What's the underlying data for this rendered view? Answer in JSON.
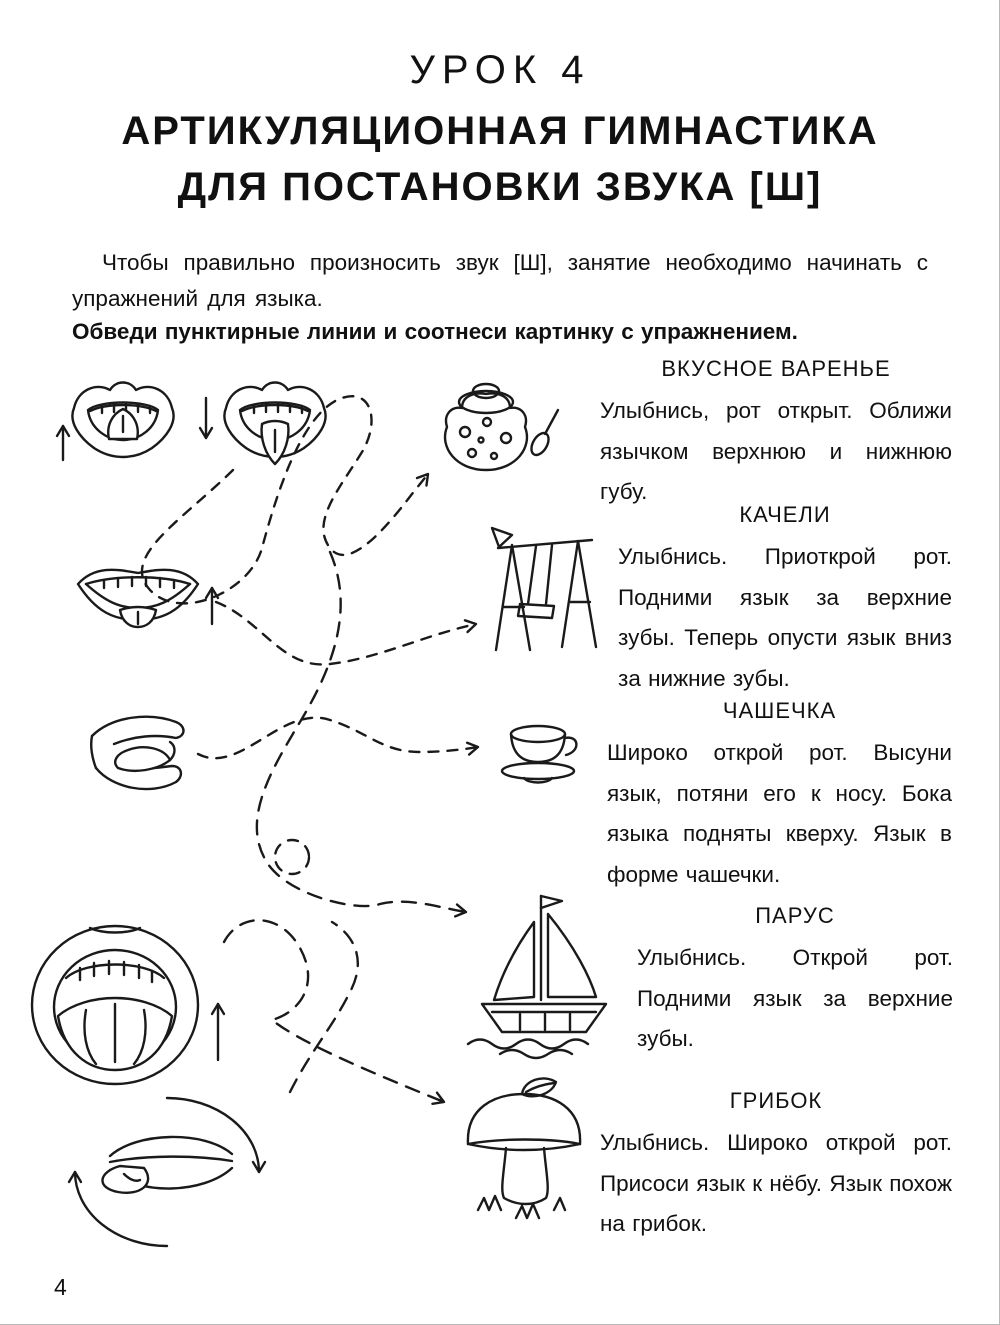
{
  "header": {
    "lesson": "УРОК  4",
    "title_line1": "АРТИКУЛЯЦИОННАЯ  ГИМНАСТИКА",
    "title_line2": "ДЛЯ  ПОСТАНОВКИ  ЗВУКА  [Ш]"
  },
  "intro": {
    "paragraph": "Чтобы правильно произносить звук [Ш], занятие необходимо начинать с упражнений для языка.",
    "instruction": "Обведи пунктирные линии и соотнеси картинку с упражнением."
  },
  "exercises": [
    {
      "title": "ВКУСНОЕ  ВАРЕНЬЕ",
      "text": "Улыбнись, рот открыт. Оближи язычком верхнюю и нижнюю губу.",
      "picture": "jam-jar"
    },
    {
      "title": "КАЧЕЛИ",
      "text": "Улыбнись. Приоткрой рот. Подними язык за верхние зубы. Теперь опусти язык вниз за нижние зубы.",
      "picture": "swing"
    },
    {
      "title": "ЧАШЕЧКА",
      "text": "Широко открой рот. Высуни язык, потяни его к носу. Бока языка подняты кверху. Язык в форме чашечки.",
      "picture": "cup"
    },
    {
      "title": "ПАРУС",
      "text": "Улыбнись. Открой рот. Подними язык за верхние зубы.",
      "picture": "sailboat"
    },
    {
      "title": "ГРИБОК",
      "text": "Улыбнись. Широко открой рот. Присоси язык к нёбу. Язык похож на грибок.",
      "picture": "mushroom"
    }
  ],
  "illustrations": [
    "mouth-tongue-up",
    "mouth-tongue-down",
    "jam-jar",
    "mouth-smile-tongue-out",
    "swing",
    "mouth-cup-tongue-side",
    "cup",
    "mouth-wide-open-tongue",
    "sailboat",
    "mouth-tongue-circling",
    "mushroom"
  ],
  "footer": {
    "page_number": "4"
  },
  "colors": {
    "ink": "#1a1a1a",
    "paper": "#ffffff"
  }
}
